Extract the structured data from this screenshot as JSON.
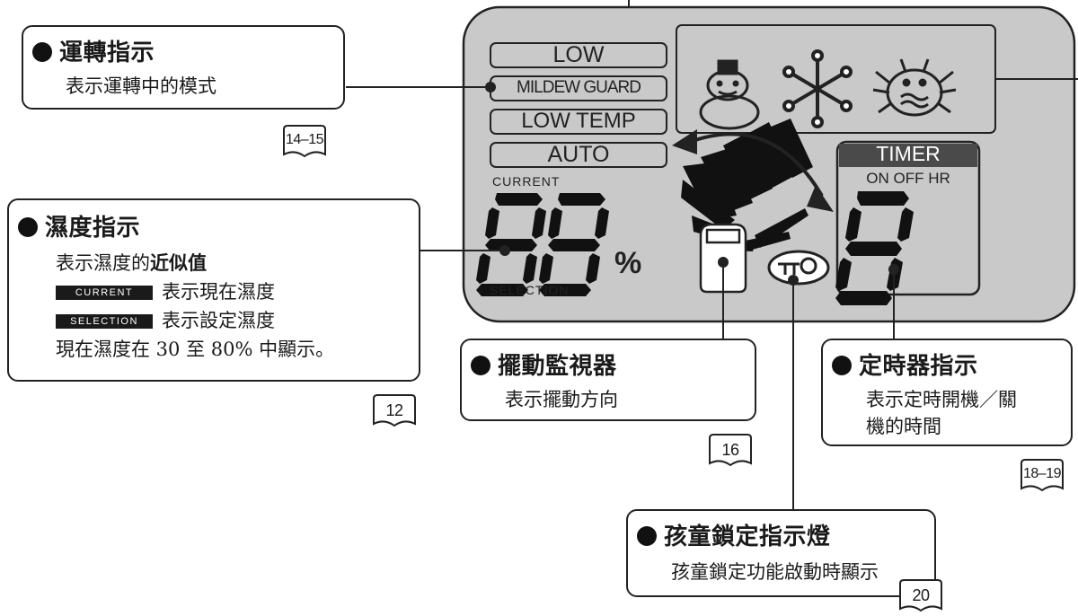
{
  "lcd": {
    "modes": [
      "LOW",
      "MILDEW GUARD",
      "LOW TEMP",
      "AUTO"
    ],
    "current_label": "CURRENT",
    "selection_label": "SELECTION",
    "humidity_digits": "88",
    "percent_sign": "%",
    "timer_title": "TIMER",
    "timer_sub": "ON OFF HR",
    "timer_digit": "8"
  },
  "callouts": {
    "operation": {
      "title": "運轉指示",
      "desc": "表示運轉中的模式",
      "page": "14–15"
    },
    "humidity": {
      "title": "濕度指示",
      "desc_prefix": "表示濕度的",
      "desc_bold": "近似值",
      "current_tag": "CURRENT",
      "current_desc": "表示現在濕度",
      "selection_tag": "SELECTION",
      "selection_desc": "表示設定濕度",
      "range_note": "現在濕度在 30 至 80% 中顯示。",
      "page": "12"
    },
    "swing": {
      "title": "擺動監視器",
      "desc": "表示擺動方向",
      "page": "16"
    },
    "timer": {
      "title": "定時器指示",
      "desc_line1": "表示定時開機／關",
      "desc_line2": "機的時間",
      "page": "18–19"
    },
    "childlock": {
      "title": "孩童鎖定指示燈",
      "desc": "孩童鎖定功能啟動時顯示",
      "page": "20"
    }
  },
  "icons": [
    "snowman-icon",
    "snowflake-icon",
    "mite-icon",
    "swing-louver-icon",
    "key-lock-icon",
    "page-book-icon"
  ]
}
